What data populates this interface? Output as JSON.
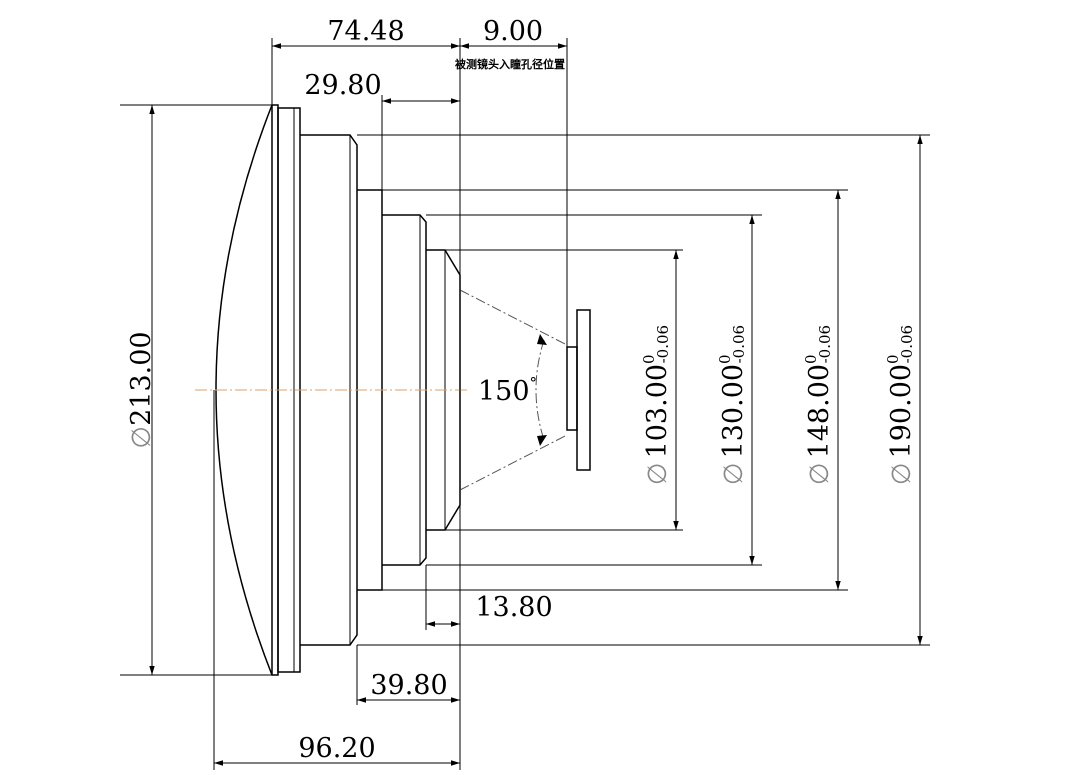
{
  "dimensions": {
    "overall_length": "74.48",
    "back_offset": "9.00",
    "back_offset_note": "被测镜头入瞳孔径位置",
    "flange_step": "29.80",
    "rear_step": "13.80",
    "mid_step": "39.80",
    "total_length": "96.20",
    "front_diameter": "213.00",
    "field_angle": "150",
    "field_angle_unit": "°"
  },
  "diameters": [
    {
      "symbol": "∅",
      "value": "103.00",
      "tol_upper": "0",
      "tol_lower": "-0.06"
    },
    {
      "symbol": "∅",
      "value": "130.00",
      "tol_upper": "0",
      "tol_lower": "-0.06"
    },
    {
      "symbol": "∅",
      "value": "148.00",
      "tol_upper": "0",
      "tol_lower": "-0.06"
    },
    {
      "symbol": "∅",
      "value": "190.00",
      "tol_upper": "0",
      "tol_lower": "-0.06"
    }
  ],
  "front_diameter_symbol": "∅"
}
